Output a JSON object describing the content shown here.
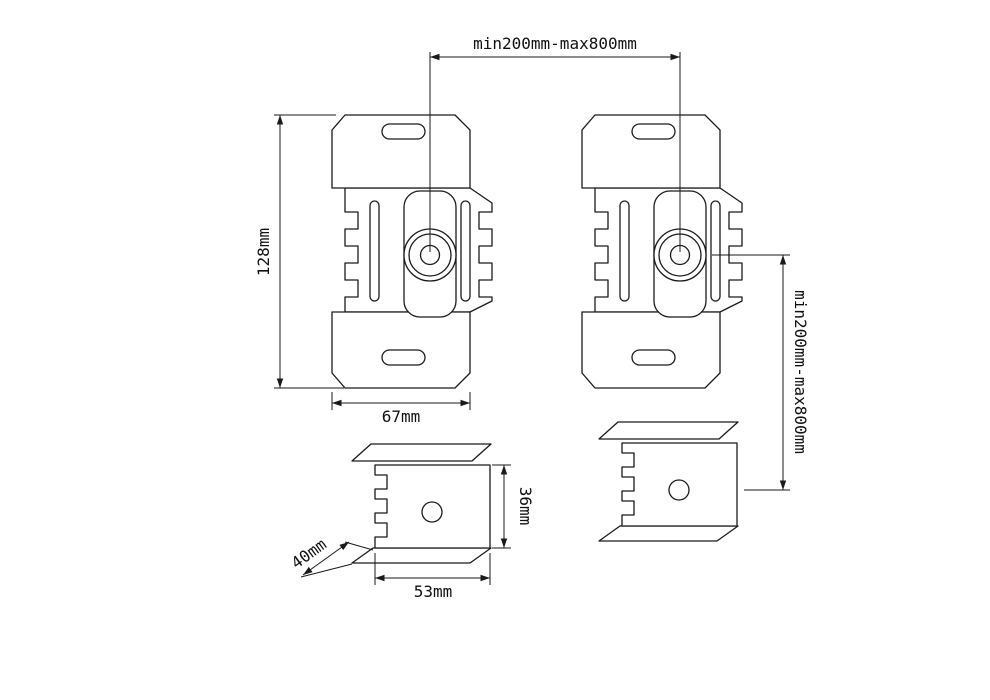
{
  "canvas": {
    "background_color": "#ffffff",
    "line_color": "#1a1a1a"
  },
  "dimensions": {
    "horizontal_span": "min200mm-max800mm",
    "vertical_span": "min200mm-max800mm",
    "bracket_height": "128mm",
    "bracket_width": "67mm",
    "profile_height": "36mm",
    "profile_depth": "40mm",
    "profile_width": "53mm"
  }
}
